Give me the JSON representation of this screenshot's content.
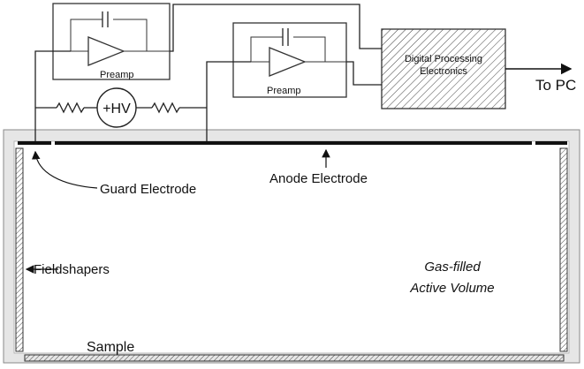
{
  "diagram": {
    "labels": {
      "preamp_left": "Preamp",
      "preamp_right": "Preamp",
      "hv": "+HV",
      "dpe_line1": "Digital Processing",
      "dpe_line2": "Electronics",
      "to_pc": "To PC",
      "guard_electrode": "Guard Electrode",
      "anode_electrode": "Anode Electrode",
      "fieldshapers": "Fieldshapers",
      "active_volume_line1": "Gas-filled",
      "active_volume_line2": "Active Volume",
      "sample": "Sample"
    }
  }
}
